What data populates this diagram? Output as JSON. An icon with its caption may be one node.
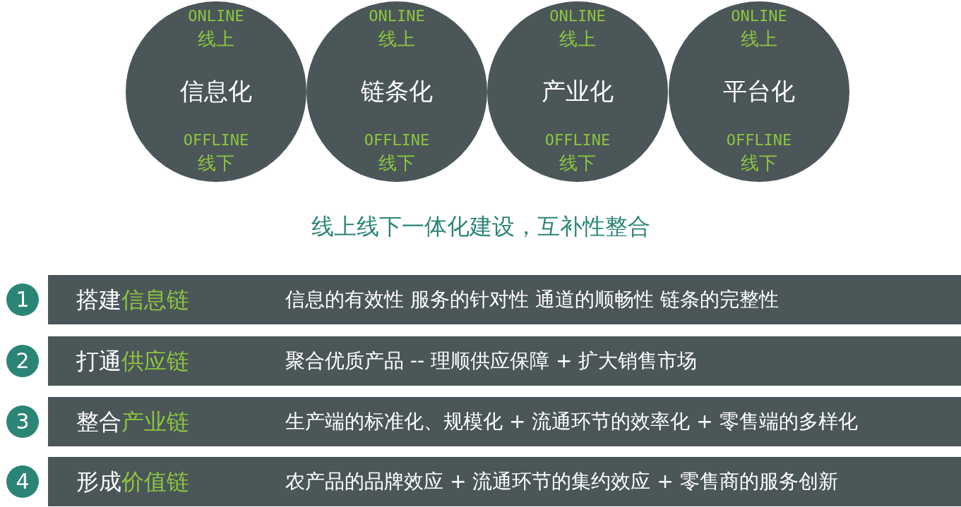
{
  "diagram": {
    "nodes": [
      {
        "text": [
          "ONLINE",
          "线上",
          "信息化",
          "OFFLINE",
          "线下"
        ]
      },
      {
        "text": [
          "ONLINE",
          "线上",
          "链条化",
          "OFFLINE",
          "线下"
        ]
      },
      {
        "text": [
          "ONLINE",
          "线上",
          "产业化",
          "OFFLINE",
          "线下"
        ]
      },
      {
        "text": [
          "ONLINE",
          "线上",
          "平台化",
          "OFFLINE",
          "线下"
        ]
      },
      {
        "text": [
          "1"
        ]
      },
      {
        "text": [
          "搭建**信息链**",
          "信息的有效性 服务的针对性 通道的顺畅性 链条的完整性"
        ]
      },
      {
        "text": [
          "2"
        ]
      },
      {
        "text": [
          "打通**供应链**",
          "聚合优质产品 -- 理顺供应保障 + 扩大销售市场"
        ]
      },
      {
        "text": [
          "3"
        ]
      },
      {
        "text": [
          "整合**产业链**",
          "生产端的标准化、规模化 + 流通环节的效率化 + 零售端的多样化"
        ]
      },
      {
        "text": [
          "4"
        ]
      },
      {
        "text": [
          "形成**价值链**",
          "农产品的品牌效应 + 流通环节的集约效应 + 零售商的服务创新"
        ]
      }
    ],
    "edges": [],
    "labels": [
      "线上线下一体化建设，互补性整合"
    ]
  }
}
